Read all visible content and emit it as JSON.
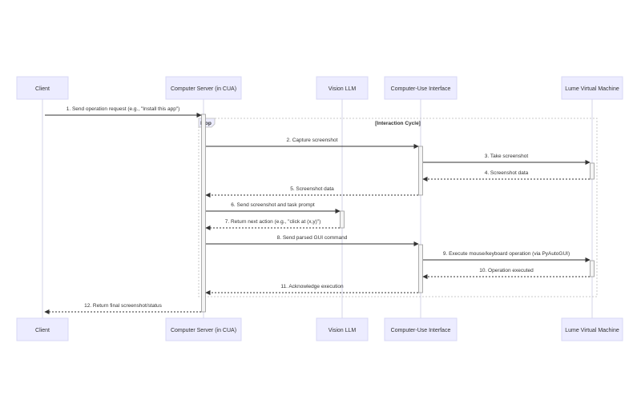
{
  "participants": [
    {
      "id": "client",
      "label": "Client"
    },
    {
      "id": "server",
      "label": "Computer Server (in CUA)"
    },
    {
      "id": "llm",
      "label": "Vision LLM"
    },
    {
      "id": "cui",
      "label": "Computer-Use Interface"
    },
    {
      "id": "vm",
      "label": "Lume Virtual Machine"
    }
  ],
  "loop": {
    "keyword": "loop",
    "condition": "[Interaction Cycle]"
  },
  "messages": [
    {
      "from": "client",
      "to": "server",
      "text": "1. Send operation request (e.g., \"Install this app\")",
      "style": "solid"
    },
    {
      "from": "server",
      "to": "cui",
      "text": "2. Capture screenshot",
      "style": "solid"
    },
    {
      "from": "cui",
      "to": "vm",
      "text": "3. Take screenshot",
      "style": "solid"
    },
    {
      "from": "vm",
      "to": "cui",
      "text": "4. Screenshot data",
      "style": "dashed"
    },
    {
      "from": "cui",
      "to": "server",
      "text": "5. Screenshot data",
      "style": "dashed"
    },
    {
      "from": "server",
      "to": "llm",
      "text": "6. Send screenshot and task prompt",
      "style": "solid"
    },
    {
      "from": "llm",
      "to": "server",
      "text": "7. Return next action (e.g., \"click at (x,y)\")",
      "style": "dashed"
    },
    {
      "from": "server",
      "to": "cui",
      "text": "8. Send parsed GUI command",
      "style": "solid"
    },
    {
      "from": "cui",
      "to": "vm",
      "text": "9. Execute mouse/keyboard operation (via PyAutoGUI)",
      "style": "solid"
    },
    {
      "from": "vm",
      "to": "cui",
      "text": "10. Operation executed",
      "style": "dashed"
    },
    {
      "from": "cui",
      "to": "server",
      "text": "11. Acknowledge execution",
      "style": "dashed"
    },
    {
      "from": "server",
      "to": "client",
      "text": "12. Return final screenshot/status",
      "style": "dashed"
    }
  ],
  "colors": {
    "box_fill": "#ECECFF",
    "box_stroke": "#D7D7F5",
    "lifeline": "#D4D4E8",
    "line": "#333333",
    "text": "#333333",
    "activation_fill": "#F4F4F4",
    "loop_stroke": "#C8C8C8"
  }
}
